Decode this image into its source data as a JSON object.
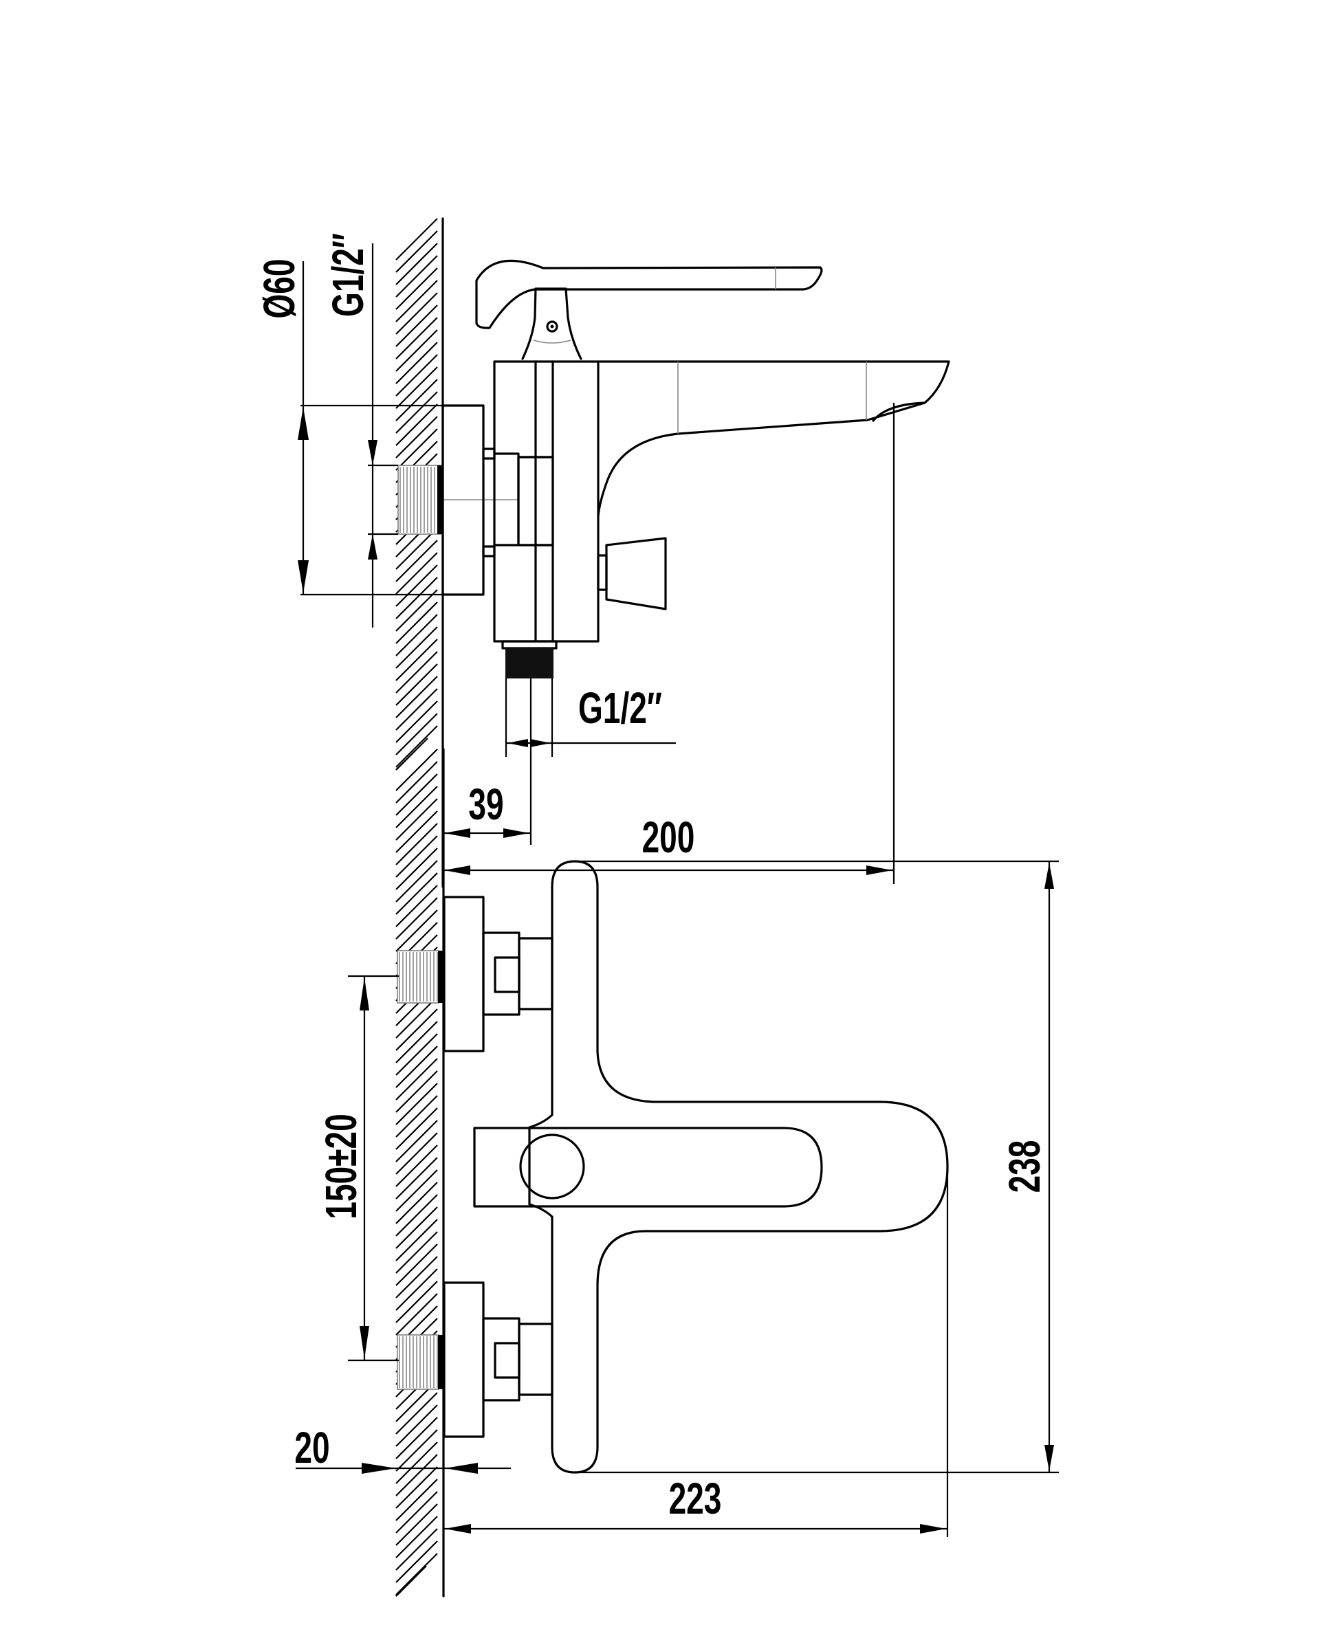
{
  "top_view": {
    "dim_diameter": "Ø60",
    "dim_inlet_thread": "G1/2″",
    "dim_outlet_thread": "G1/2″",
    "dim_outlet_offset": "39",
    "dim_spout_reach": "200"
  },
  "front_view": {
    "dim_inlet_spacing": "150±20",
    "dim_wall_depth": "20",
    "dim_total_depth": "223",
    "dim_height": "238"
  }
}
